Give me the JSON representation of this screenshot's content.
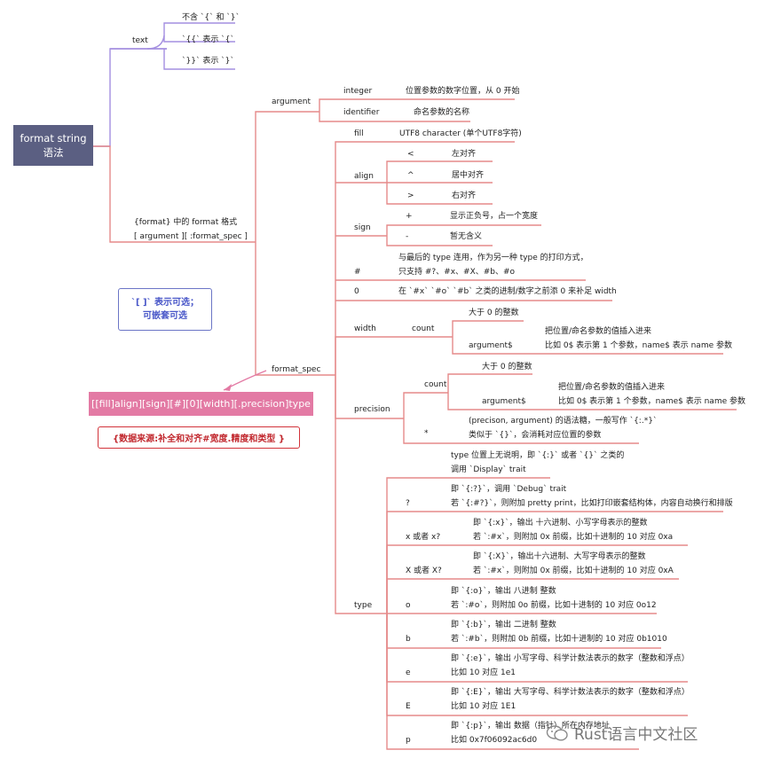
{
  "root": {
    "line1": "format string",
    "line2": "语法"
  },
  "text_branch": {
    "label": "text",
    "items": [
      "不含 `{` 和 `}`",
      "`{{` 表示 `{`",
      "`}}` 表示 `}`"
    ]
  },
  "format_branch": {
    "line1": "{format} 中的 format 格式",
    "line2": "[ argument ][ :format_spec ]"
  },
  "argument": {
    "label": "argument",
    "items": [
      {
        "name": "integer",
        "desc": "位置参数的数字位置，从 0 开始"
      },
      {
        "name": "identifier",
        "desc": "命名参数的名称"
      }
    ]
  },
  "format_spec": {
    "label": "format_spec",
    "fill": {
      "name": "fill",
      "desc": "UTF8 character (单个UTF8字符)"
    },
    "align": {
      "name": "align",
      "options": [
        {
          "sym": "<",
          "desc": "左对齐"
        },
        {
          "sym": "^",
          "desc": "居中对齐"
        },
        {
          "sym": ">",
          "desc": "右对齐"
        }
      ]
    },
    "sign": {
      "name": "sign",
      "options": [
        {
          "sym": "+",
          "desc": "显示正负号，占一个宽度"
        },
        {
          "sym": "-",
          "desc": "暂无含义"
        }
      ]
    },
    "hash": {
      "name": "#",
      "desc1": "与最后的 type 连用，作为另一种 type 的打印方式，",
      "desc2": "只支持 #?、#x、#X、#b、#o"
    },
    "zero": {
      "name": "0",
      "desc": "在 `#x` `#o` `#b` 之类的进制/数字之前添 0 来补足 width"
    },
    "width": {
      "name": "width",
      "count": "count",
      "c1": "大于 0 的整数",
      "c2": "argument$",
      "c2a": "把位置/命名参数的值插入进来",
      "c2b": "比如 0$ 表示第 1 个参数，name$ 表示 name 参数"
    },
    "precision": {
      "name": "precision",
      "count": "count",
      "c1": "大于 0 的整数",
      "c2": "argument$",
      "c2a": "把位置/命名参数的值插入进来",
      "c2b": "比如 0$ 表示第 1 个参数，name$ 表示 name 参数",
      "star": "*",
      "s1": "(precison, argument) 的语法糖，一般写作 `{:.*}`",
      "s2": "类似于 `{}`，会消耗对应位置的参数"
    },
    "type": {
      "name": "type",
      "intro1": "type 位置上无说明，即 `{:}` 或者 `{}` 之类的",
      "intro2": "调用 `Display` trait",
      "items": [
        {
          "sym": "?",
          "d1": "即 `{:?}`，调用 `Debug` trait",
          "d2": "若 `{:#?}`，则附加 pretty print，比如打印嵌套结构体，内容自动换行和排版"
        },
        {
          "sym": "x 或者 x?",
          "d1": "即 `{:x}`，输出 十六进制、小写字母表示的整数",
          "d2": "若 `:#x`，则附加 0x 前缀，比如十进制的 10 对应 0xa"
        },
        {
          "sym": "X 或者 X?",
          "d1": "即 `{:X}`，输出十六进制、大写字母表示的整数",
          "d2": "若 `:#x`，则附加 0x 前缀，比如十进制的 10 对应 0xA"
        },
        {
          "sym": "o",
          "d1": "即 `{:o}`，输出 八进制 整数",
          "d2": "若 `:#o`，则附加 0o 前缀，比如十进制的 10 对应 0o12"
        },
        {
          "sym": "b",
          "d1": "即 `{:b}`，输出 二进制 整数",
          "d2": "若 `:#b`，则附加 0b 前缀，比如十进制的 10 对应 0b1010"
        },
        {
          "sym": "e",
          "d1": "即 `{:e}`，输出 小写字母、科学计数法表示的数字（整数和浮点）",
          "d2": "比如 10 对应 1e1"
        },
        {
          "sym": "E",
          "d1": "即 `{:E}`，输出 大写字母、科学计数法表示的数字（整数和浮点）",
          "d2": "比如 10 对应 1E1"
        },
        {
          "sym": "p",
          "d1": "即 `{:p}`，输出 数据（指针）所在内存地址",
          "d2": "比如 0x7f06092ac6d0"
        }
      ]
    }
  },
  "format_template": "[[fill]align][sign][#][0][width][.precision]type",
  "source_note": "{数据来源:补全和对齐#宽度.精度和类型 }",
  "optional_note": {
    "line1": "`[ ]` 表示可选；",
    "line2": "可嵌套可选"
  },
  "watermark": "Rust语言中文社区",
  "colors": {
    "purple": "#a48fe0",
    "red": "#e58a8a",
    "root_bg": "#5b5f82",
    "template_bg": "#e37aa4"
  }
}
